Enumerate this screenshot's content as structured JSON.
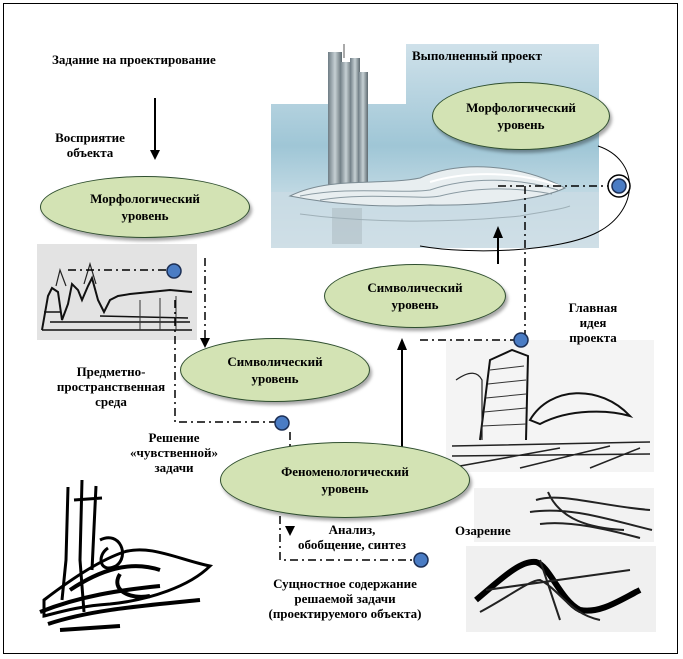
{
  "labels": {
    "task": "Задание на проектирование",
    "completed": "Выполненный проект",
    "perception_line1": "Восприятие",
    "perception_line2": "объекта",
    "environment_line1": "Предметно-",
    "environment_line2": "пространственная",
    "environment_line3": "среда",
    "solution_line1": "Решение",
    "solution_line2": "«чувственной»",
    "solution_line3": "задачи",
    "analysis_line1": "Анализ,",
    "analysis_line2": "обобщение, синтез",
    "essence_line1": "Сущностное содержание",
    "essence_line2": "решаемой задачи",
    "essence_line3": "(проектируемого объекта)",
    "main_idea_line1": "Главная",
    "main_idea_line2": "идея",
    "main_idea_line3": "проекта",
    "insight": "Озарение"
  },
  "nodes": {
    "morph_left_line1": "Морфологический",
    "morph_left_line2": "уровень",
    "symb_center_line1": "Символический",
    "symb_center_line2": "уровень",
    "phenom_line1": "Феноменологический",
    "phenom_line2": "уровень",
    "symb_right_line1": "Символический",
    "symb_right_line2": "уровень",
    "morph_right_line1": "Морфологический",
    "morph_right_line2": "уровень"
  },
  "colors": {
    "ellipse_fill": "#d3e3b4",
    "marker_fill": "#4a7cc4",
    "sky": "#9fc6d6"
  }
}
